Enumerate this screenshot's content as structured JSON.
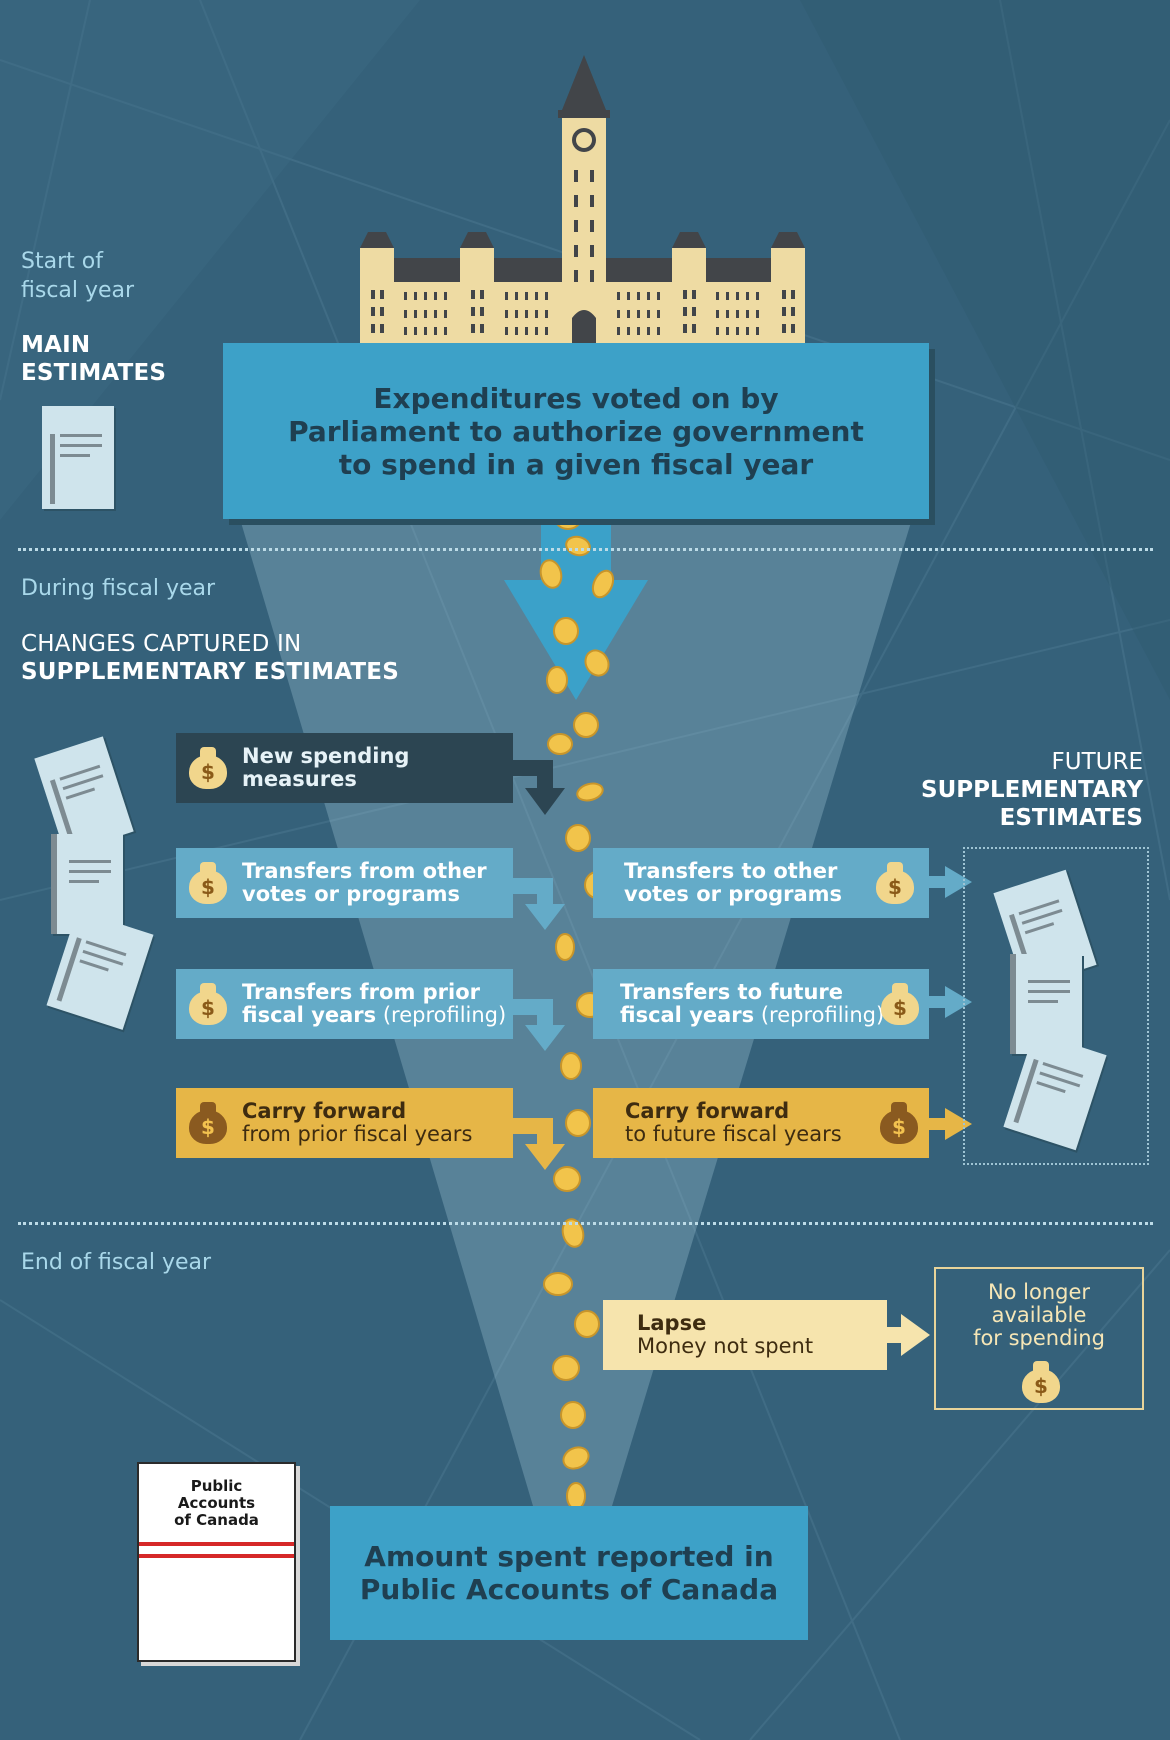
{
  "timeline": {
    "start": "Start of\nfiscal year",
    "during": "During fiscal year",
    "end": "End of fiscal year"
  },
  "main_estimates": {
    "title": "MAIN\nESTIMATES",
    "description": "Expenditures voted on by Parliament to authorize government to spend in a given fiscal year"
  },
  "supplementary": {
    "title_light": "CHANGES CAPTURED IN",
    "title_bold": "SUPPLEMENTARY ESTIMATES"
  },
  "future_supplementary": {
    "title_light": "FUTURE",
    "title_bold": "SUPPLEMENTARY\nESTIMATES"
  },
  "inflows": [
    {
      "line1": "New spending",
      "line2": "measures",
      "line2_light": ""
    },
    {
      "line1": "Transfers from other",
      "line2": "votes or programs",
      "line2_light": ""
    },
    {
      "line1": "Transfers from prior",
      "line2": "fiscal years",
      "line2_light": " (reprofiling)"
    },
    {
      "line1": "Carry forward",
      "line2": "",
      "line2_light": "from prior fiscal years"
    }
  ],
  "outflows": [
    {
      "line1": "Transfers to other",
      "line2": "votes or programs",
      "line2_light": ""
    },
    {
      "line1": "Transfers to future",
      "line2": "fiscal years",
      "line2_light": " (reprofiling)"
    },
    {
      "line1": "Carry forward",
      "line2": "",
      "line2_light": "to future fiscal years"
    }
  ],
  "lapse": {
    "title": "Lapse",
    "subtitle": "Money not spent",
    "result": "No longer\navailable\nfor spending"
  },
  "public_accounts": {
    "book_title": "Public\nAccounts\nof Canada",
    "description": "Amount spent reported in Public Accounts of Canada"
  },
  "icons": {
    "money_bag": "$",
    "parliament": "parliament-building-icon",
    "document": "document-icon",
    "coin": "gold-coin-icon"
  },
  "colors": {
    "background": "#35617a",
    "main_blue": "#3da1c8",
    "transfer_blue": "#64abc8",
    "new_spending": "#2c4552",
    "carry_forward": "#e6b647",
    "lapse": "#f6e4ad"
  }
}
